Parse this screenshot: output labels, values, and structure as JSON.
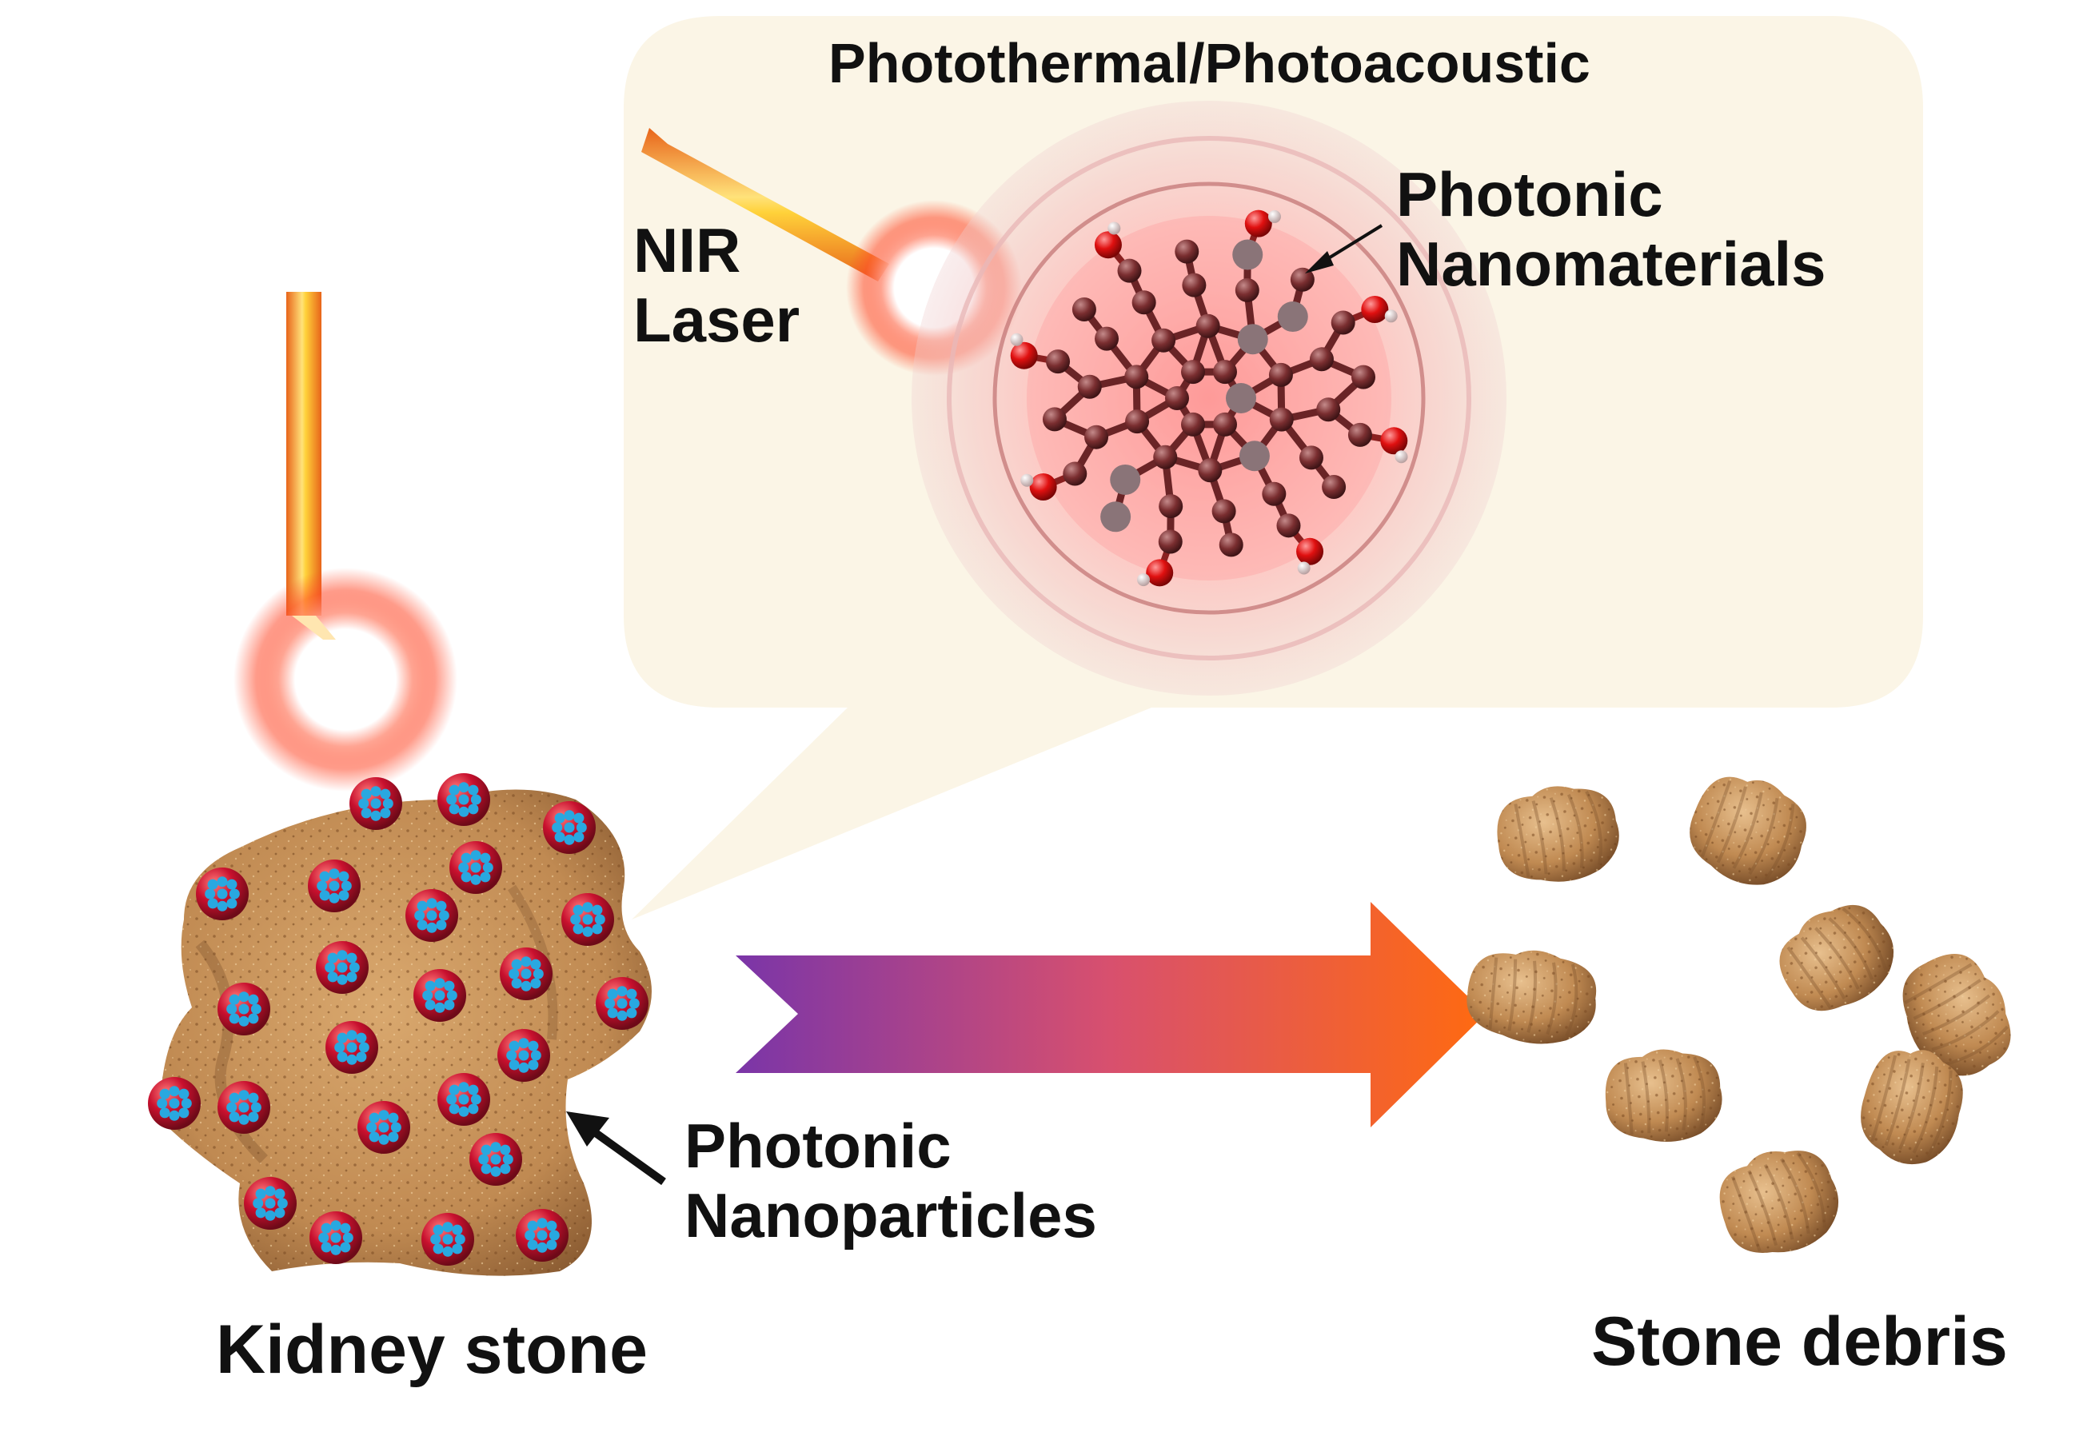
{
  "title": "Photothermal/Photoacoustic",
  "laser_label": [
    "NIR",
    "Laser"
  ],
  "materials_label": [
    "Photonic",
    "Nanomaterials"
  ],
  "particles_label": [
    "Photonic",
    "Nanoparticles"
  ],
  "stone_label": "Kidney stone",
  "debris_label": "Stone debris",
  "colors": {
    "callout_bg": "#fbf5e6",
    "laser_core": "#ffe27a",
    "laser_edge": "#f07a10",
    "glow": "#ff5a3a",
    "stone": "#c8955c",
    "stone_dark": "#8c5d33",
    "particle_red": "#c8102e",
    "particle_blue": "#29a8e0",
    "arrow_start": "#7a35a8",
    "arrow_end": "#ff6a10",
    "carbon": "#7a2e30",
    "oxygen": "#e01010"
  },
  "icons": [
    "laser-beam-icon",
    "laser-glow-icon",
    "molecule-icon",
    "nanoparticle-icon",
    "stone-fragment-icon"
  ]
}
